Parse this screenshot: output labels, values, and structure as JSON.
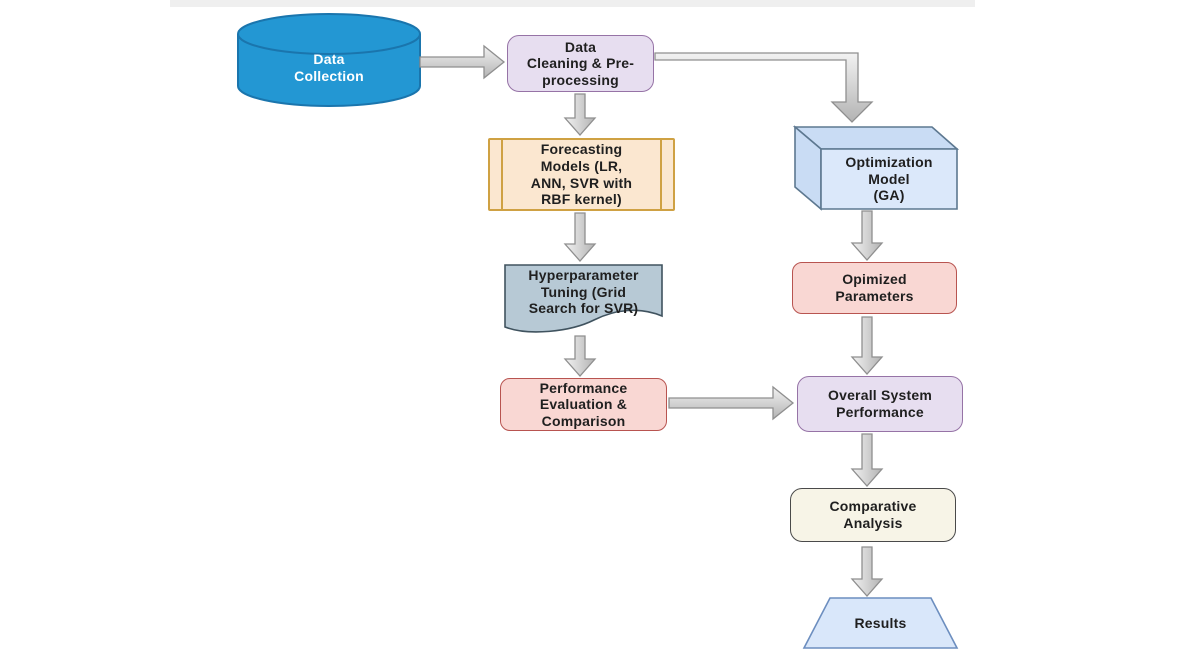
{
  "diagram": {
    "type": "flowchart",
    "nodes": {
      "data_collection": {
        "label": "Data\nCollection",
        "shape": "cylinder",
        "fill": "#2397d3",
        "stroke": "#1a75ad",
        "text_color": "#ffffff"
      },
      "data_cleaning": {
        "label": "Data\nCleaning & Pre-\nprocessing",
        "shape": "rounded-rectangle",
        "fill": "#e7def0",
        "stroke": "#9673a6"
      },
      "forecasting": {
        "label": "Forecasting\nModels (LR,\nANN, SVR with\nRBF kernel)",
        "shape": "predefined-process",
        "fill": "#fbe7d0",
        "stroke": "#cfa143"
      },
      "hyperparameter": {
        "label": "Hyperparameter\nTuning (Grid\nSearch for SVR)",
        "shape": "document",
        "fill": "#b7c9d5",
        "stroke": "#40535f"
      },
      "performance": {
        "label": "Performance\nEvaluation &\nComparison",
        "shape": "rounded-rectangle",
        "fill": "#f9d7d3",
        "stroke": "#b85450"
      },
      "optimization": {
        "label": "Optimization\nModel\n(GA)",
        "shape": "cube",
        "fill": "#dbe8fa",
        "side_fill": "#c9dcf4",
        "stroke": "#5d7890"
      },
      "optimized_params": {
        "label": "Opimized\nParameters",
        "shape": "rounded-rectangle",
        "fill": "#f9d7d3",
        "stroke": "#b85450"
      },
      "overall": {
        "label": "Overall System\nPerformance",
        "shape": "rounded-rectangle",
        "fill": "#e7def0",
        "stroke": "#9673a6"
      },
      "comparative": {
        "label": "Comparative\nAnalysis",
        "shape": "rounded-rectangle",
        "fill": "#f7f4e7",
        "stroke": "#4a4a4a"
      },
      "results": {
        "label": "Results",
        "shape": "trapezoid",
        "fill": "#d9e7fa",
        "stroke": "#6c8ebf"
      }
    },
    "edges": [
      {
        "from": "data_collection",
        "to": "data_cleaning"
      },
      {
        "from": "data_cleaning",
        "to": "forecasting"
      },
      {
        "from": "data_cleaning",
        "to": "optimization"
      },
      {
        "from": "forecasting",
        "to": "hyperparameter"
      },
      {
        "from": "hyperparameter",
        "to": "performance"
      },
      {
        "from": "performance",
        "to": "overall"
      },
      {
        "from": "optimization",
        "to": "optimized_params"
      },
      {
        "from": "optimized_params",
        "to": "overall"
      },
      {
        "from": "overall",
        "to": "comparative"
      },
      {
        "from": "comparative",
        "to": "results"
      }
    ],
    "arrow_style": {
      "fill_light": "#f2f2f2",
      "fill_dark": "#b3b3b3",
      "stroke": "#8f8f8f"
    }
  }
}
